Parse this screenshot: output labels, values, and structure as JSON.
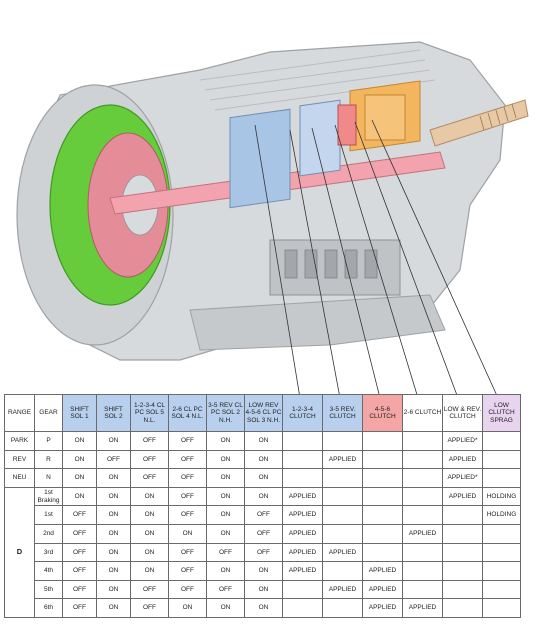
{
  "colors": {
    "case": "#d7dadc",
    "case_shadow": "#a9adb0",
    "converter": "#67cc3b",
    "shaft": "#f2a3ad",
    "planetary_orange": "#f3b55e",
    "clutch_blue": "#a9c5e6",
    "header_blue": "#b8d0ee",
    "header_red": "#f4a6a6",
    "header_violet": "#e8d4ee"
  },
  "table": {
    "headers": [
      "RANGE",
      "GEAR",
      "SHIFT SOL 1",
      "SHIFT SOL 2",
      "1-2-3-4 CL PC SOL 5 N.L.",
      "2-6 CL PC SOL 4 N.L.",
      "3-5 REV CL PC SOL 2 N.H.",
      "LOW REV 4-5-6 CL PC SOL 3 N.H.",
      "1-2-3-4 CLUTCH",
      "3-5 REV. CLUTCH",
      "4-5-6 CLUTCH",
      "2-6 CLUTCH",
      "LOW & REV. CLUTCH",
      "LOW CLUTCH SPRAG"
    ],
    "rows": [
      {
        "range": "PARK",
        "cells": [
          "P",
          "ON",
          "ON",
          "OFF",
          "OFF",
          "ON",
          "ON",
          "",
          "",
          "",
          "",
          "APPLIED*",
          ""
        ]
      },
      {
        "range": "REV",
        "cells": [
          "R",
          "ON",
          "OFF",
          "OFF",
          "OFF",
          "ON",
          "ON",
          "",
          "APPLIED",
          "",
          "",
          "APPLIED",
          ""
        ]
      },
      {
        "range": "NEU",
        "cells": [
          "N",
          "ON",
          "ON",
          "OFF",
          "OFF",
          "ON",
          "ON",
          "",
          "",
          "",
          "",
          "APPLIED*",
          ""
        ]
      },
      {
        "range": "D",
        "cells": [
          "1st Braking",
          "ON",
          "ON",
          "ON",
          "OFF",
          "ON",
          "ON",
          "APPLIED",
          "",
          "",
          "",
          "APPLIED",
          "HOLDING"
        ]
      },
      {
        "range": "",
        "cells": [
          "1st",
          "OFF",
          "ON",
          "ON",
          "OFF",
          "ON",
          "OFF",
          "APPLIED",
          "",
          "",
          "",
          "",
          "HOLDING"
        ]
      },
      {
        "range": "",
        "cells": [
          "2nd",
          "OFF",
          "ON",
          "ON",
          "ON",
          "ON",
          "OFF",
          "APPLIED",
          "",
          "",
          "APPLIED",
          "",
          ""
        ]
      },
      {
        "range": "",
        "cells": [
          "3rd",
          "OFF",
          "ON",
          "ON",
          "OFF",
          "OFF",
          "OFF",
          "APPLIED",
          "APPLIED",
          "",
          "",
          "",
          ""
        ]
      },
      {
        "range": "",
        "cells": [
          "4th",
          "OFF",
          "ON",
          "ON",
          "OFF",
          "ON",
          "ON",
          "APPLIED",
          "",
          "APPLIED",
          "",
          "",
          ""
        ]
      },
      {
        "range": "",
        "cells": [
          "5th",
          "OFF",
          "ON",
          "OFF",
          "OFF",
          "OFF",
          "ON",
          "",
          "APPLIED",
          "APPLIED",
          "",
          "",
          ""
        ]
      },
      {
        "range": "",
        "cells": [
          "6th",
          "OFF",
          "ON",
          "OFF",
          "ON",
          "ON",
          "ON",
          "",
          "",
          "APPLIED",
          "APPLIED",
          "",
          ""
        ]
      }
    ]
  }
}
